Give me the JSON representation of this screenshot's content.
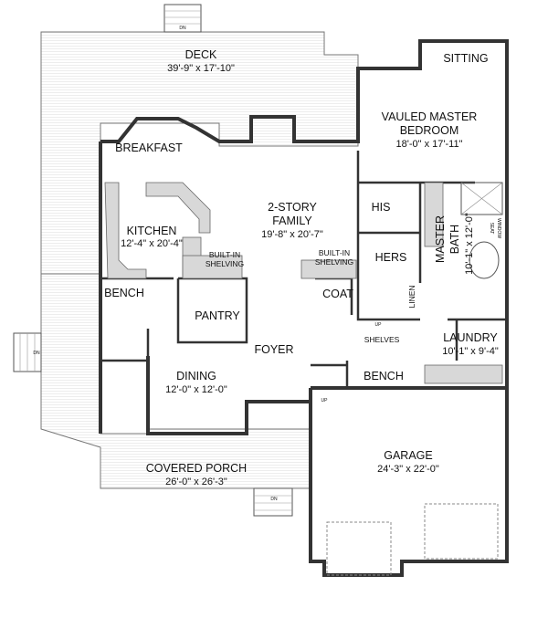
{
  "plan": {
    "deck": {
      "name": "DECK",
      "size": "39'-9\" x 17'-10\""
    },
    "sitting": {
      "name": "SITTING"
    },
    "master_bedroom": {
      "name_line1": "VAULED MASTER",
      "name_line2": "BEDROOM",
      "size": "18'-0\" x 17'-11\""
    },
    "breakfast": {
      "name": "BREAKFAST"
    },
    "his": {
      "name": "HIS"
    },
    "hers": {
      "name": "HERS"
    },
    "master_bath": {
      "name_line1": "MASTER",
      "name_line2": "BATH",
      "size": "10'-1\" x 12'-0\""
    },
    "window_seat": {
      "line1": "WINDOW",
      "line2": "SEAT"
    },
    "kitchen": {
      "name": "KITCHEN",
      "size": "12'-4\" x 20'-4\""
    },
    "family": {
      "name_line1": "2-STORY",
      "name_line2": "FAMILY",
      "size": "19'-8\" x 20'-7\""
    },
    "shelving_left": {
      "line1": "BUILT-IN",
      "line2": "SHELVING"
    },
    "shelving_right": {
      "line1": "BUILT-IN",
      "line2": "SHELVING"
    },
    "bench_kitchen": {
      "name": "BENCH"
    },
    "coat": {
      "name": "COAT"
    },
    "linen": {
      "name": "LINEN"
    },
    "pantry": {
      "name": "PANTRY"
    },
    "shelves": {
      "name": "SHELVES"
    },
    "laundry": {
      "name": "LAUNDRY",
      "size": "10'-1\" x 9'-4\""
    },
    "foyer": {
      "name": "FOYER"
    },
    "bench_mud": {
      "name": "BENCH"
    },
    "dining": {
      "name": "DINING",
      "size": "12'-0\" x 12'-0\""
    },
    "garage": {
      "name": "GARAGE",
      "size": "24'-3\" x 22'-0\""
    },
    "covered_porch": {
      "name": "COVERED PORCH",
      "size": "26'-0\" x 26'-3\""
    },
    "stairs": {
      "dn_top": "DN",
      "dn_left": "DN",
      "dn_bottom": "DN",
      "up_main": "UP",
      "up_garage": "UP"
    }
  }
}
